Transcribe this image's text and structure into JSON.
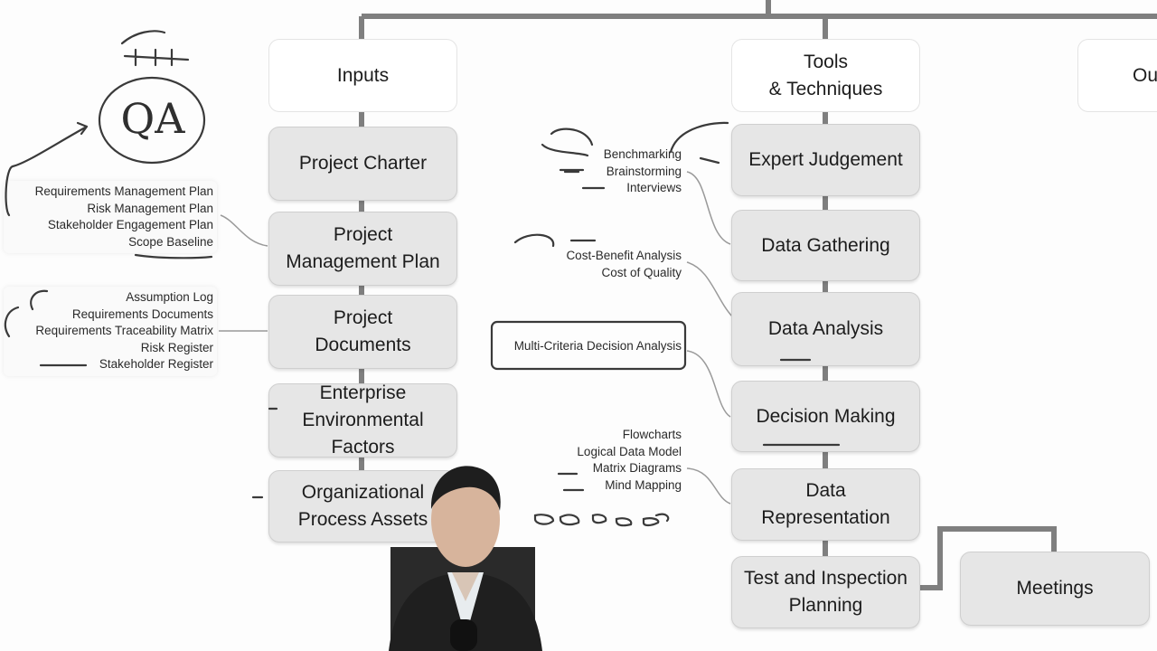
{
  "columns": {
    "inputs": "Inputs",
    "tools": "Tools\n& Techniques",
    "outputs": "Ou"
  },
  "inputs": [
    "Project Charter",
    "Project\nManagement Plan",
    "Project\nDocuments",
    "Enterprise\nEnvironmental\nFactors",
    "Organizational\nProcess Assets"
  ],
  "tools": [
    "Expert Judgement",
    "Data Gathering",
    "Data Analysis",
    "Decision Making",
    "Data\nRepresentation",
    "Test and Inspection\nPlanning"
  ],
  "meetings": "Meetings",
  "annotation_qa": "QA",
  "lists": {
    "management_plan": [
      "Requirements Management Plan",
      "Risk Management Plan",
      "Stakeholder Engagement Plan",
      "Scope Baseline"
    ],
    "project_documents": [
      "Assumption Log",
      "Requirements Documents",
      "Requirements Traceability Matrix",
      "Risk Register",
      "Stakeholder Register"
    ],
    "expert_judgement": [
      "Benchmarking",
      "Brainstorming",
      "Interviews"
    ],
    "data_analysis": [
      "Cost-Benefit Analysis",
      "Cost of Quality"
    ],
    "decision_making": [
      "Multi-Criteria Decision Analysis"
    ],
    "data_representation": [
      "Flowcharts",
      "Logical Data Model",
      "Matrix Diagrams",
      "Mind Mapping"
    ]
  },
  "colors": {
    "box_fill": "#e6e6e6",
    "header_fill": "#ffffff",
    "connector": "#8a8a8a",
    "ink": "#2a2a2a"
  }
}
